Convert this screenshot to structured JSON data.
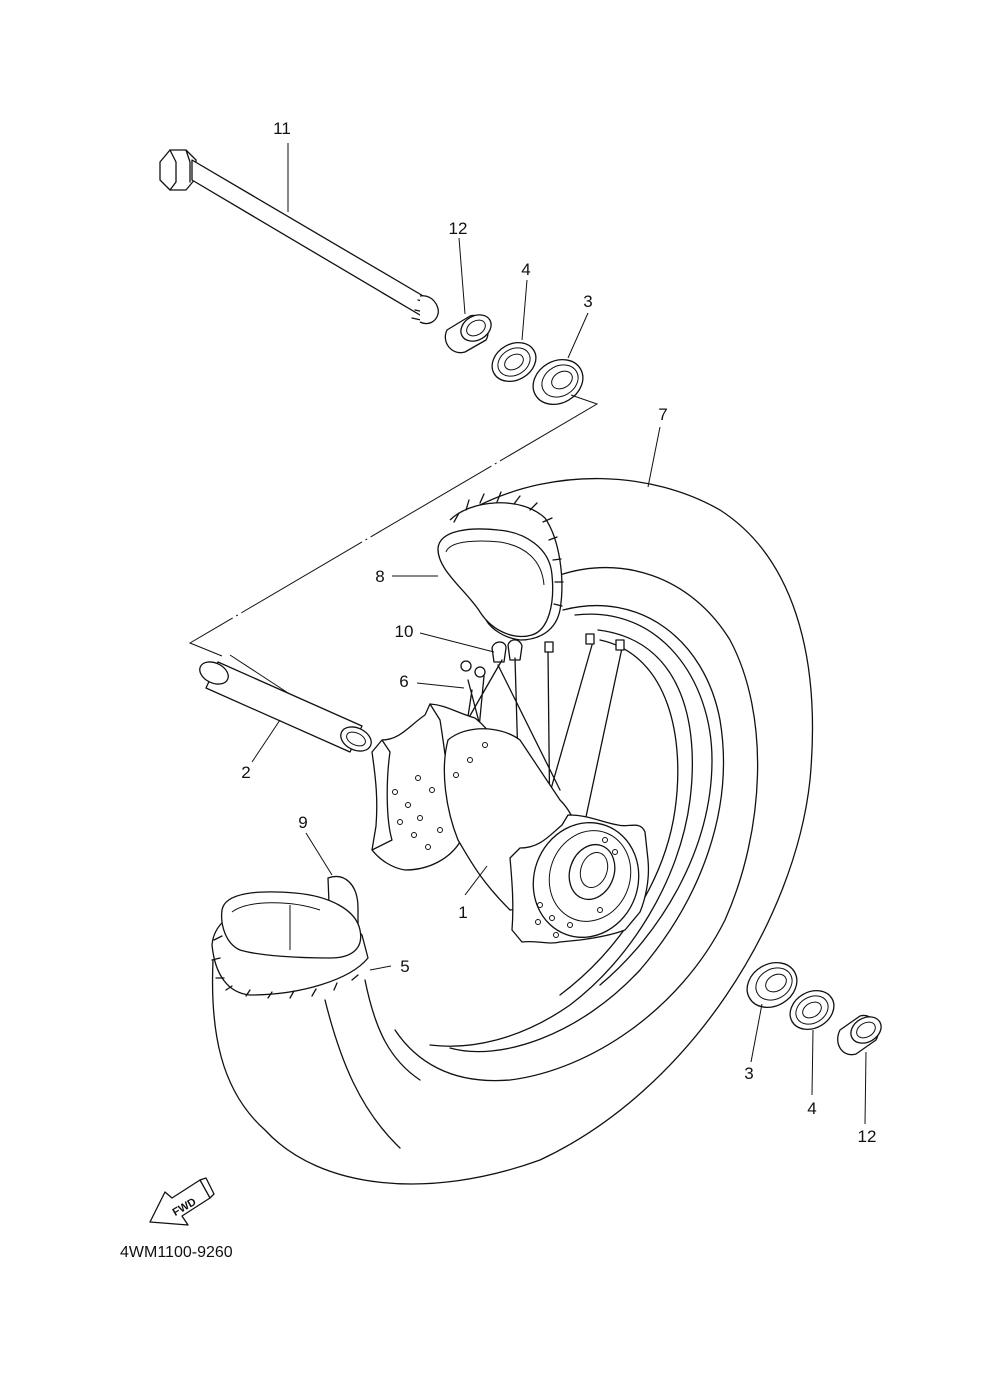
{
  "diagram": {
    "callouts": {
      "p1": "1",
      "p2": "2",
      "p3a": "3",
      "p3b": "3",
      "p4a": "4",
      "p4b": "4",
      "p5": "5",
      "p6": "6",
      "p7": "7",
      "p8": "8",
      "p9": "9",
      "p10": "10",
      "p11": "11",
      "p12a": "12",
      "p12b": "12"
    },
    "fwd_label": "FWD",
    "drawing_code": "4WM1100-9260",
    "icons": {
      "forward": "forward-arrow-icon"
    }
  }
}
